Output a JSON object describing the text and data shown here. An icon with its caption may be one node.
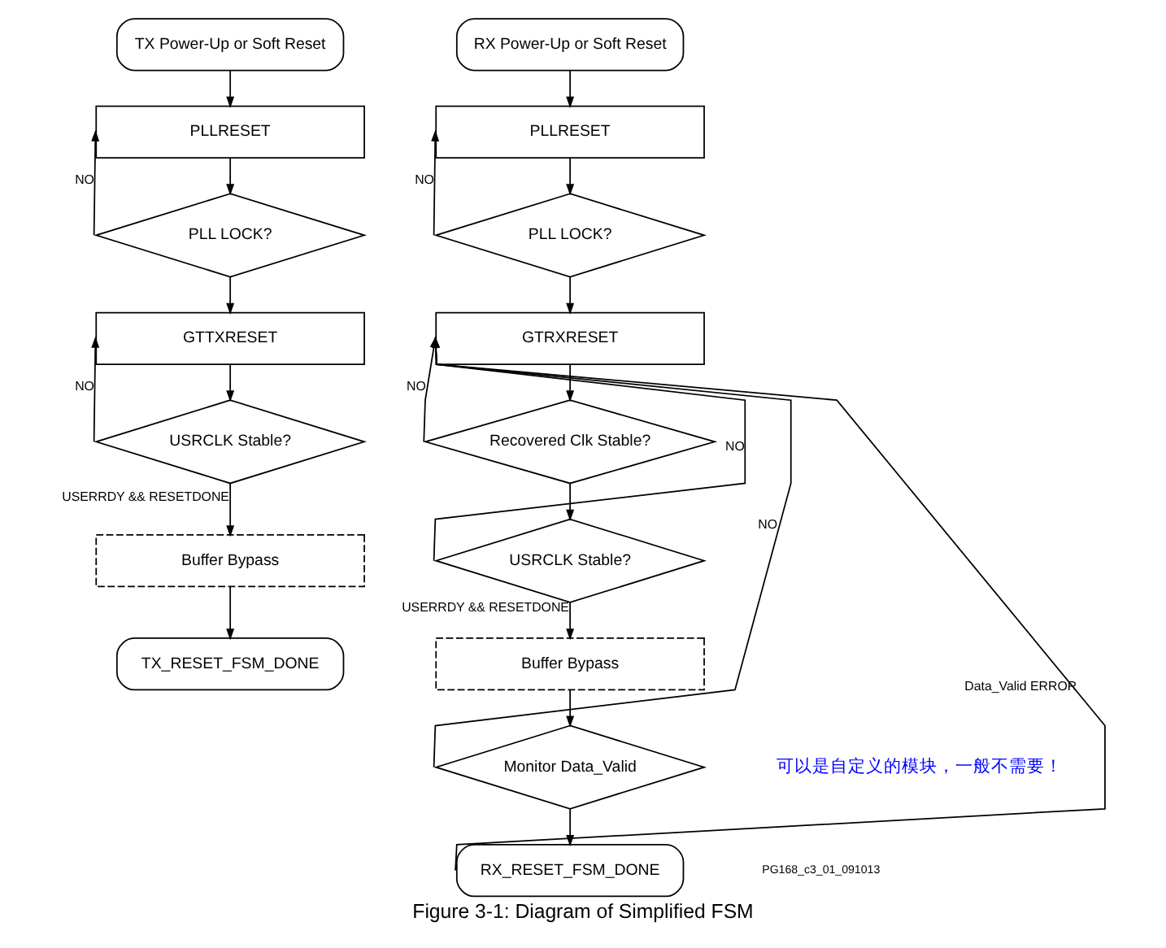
{
  "diagram": {
    "caption": "Figure 3-1: Diagram of Simplified FSM",
    "nodes": [
      {
        "text": [
          "TX Power-Up or Soft Reset"
        ]
      },
      {
        "text": [
          "PLLRESET"
        ]
      },
      {
        "text": [
          "PLL LOCK?"
        ]
      },
      {
        "text": [
          "GTTXRESET"
        ]
      },
      {
        "text": [
          "USRCLK Stable?"
        ]
      },
      {
        "text": [
          "Buffer Bypass"
        ]
      },
      {
        "text": [
          "TX_RESET_FSM_DONE"
        ]
      },
      {
        "text": [
          "RX Power-Up or Soft Reset"
        ]
      },
      {
        "text": [
          "PLLRESET"
        ]
      },
      {
        "text": [
          "PLL LOCK?"
        ]
      },
      {
        "text": [
          "GTRXRESET"
        ]
      },
      {
        "text": [
          "Recovered Clk Stable?"
        ]
      },
      {
        "text": [
          "USRCLK Stable?"
        ]
      },
      {
        "text": [
          "Buffer Bypass"
        ]
      },
      {
        "text": [
          "Monitor Data_Valid"
        ]
      },
      {
        "text": [
          "RX_RESET_FSM_DONE"
        ]
      }
    ],
    "edges": [
      {
        "from": 0,
        "to": 1,
        "arrow": "to"
      },
      {
        "from": 1,
        "to": 2,
        "arrow": "to"
      },
      {
        "from": 2,
        "to": 3,
        "arrow": "to"
      },
      {
        "from": 2,
        "to": 1,
        "arrow": "to",
        "label": "NO"
      },
      {
        "from": 3,
        "to": 4,
        "arrow": "to"
      },
      {
        "from": 4,
        "to": 3,
        "arrow": "to",
        "label": "NO"
      },
      {
        "from": 4,
        "to": 5,
        "arrow": "to",
        "label": "USERRDY && RESETDONE"
      },
      {
        "from": 5,
        "to": 6,
        "arrow": "to"
      },
      {
        "from": 7,
        "to": 8,
        "arrow": "to"
      },
      {
        "from": 8,
        "to": 9,
        "arrow": "to"
      },
      {
        "from": 9,
        "to": 10,
        "arrow": "to"
      },
      {
        "from": 9,
        "to": 8,
        "arrow": "to",
        "label": "NO"
      },
      {
        "from": 10,
        "to": 11,
        "arrow": "to"
      },
      {
        "from": 11,
        "to": 10,
        "arrow": "to",
        "label": "NO"
      },
      {
        "from": 11,
        "to": 12,
        "arrow": "to"
      },
      {
        "from": 12,
        "to": 10,
        "arrow": "to",
        "label": "NO"
      },
      {
        "from": 12,
        "to": 13,
        "arrow": "to",
        "label": "USERRDY && RESETDONE"
      },
      {
        "from": 13,
        "to": 14,
        "arrow": "to"
      },
      {
        "from": 14,
        "to": 15,
        "arrow": "to"
      },
      {
        "from": 14,
        "to": 10,
        "arrow": "to",
        "label": "NO"
      },
      {
        "from": 15,
        "to": 10,
        "arrow": "to",
        "label": "Data_Valid ERROR"
      }
    ],
    "labels": [
      "可以是自定义的模块，一般不需要！",
      "PG168_c3_01_091013"
    ]
  }
}
